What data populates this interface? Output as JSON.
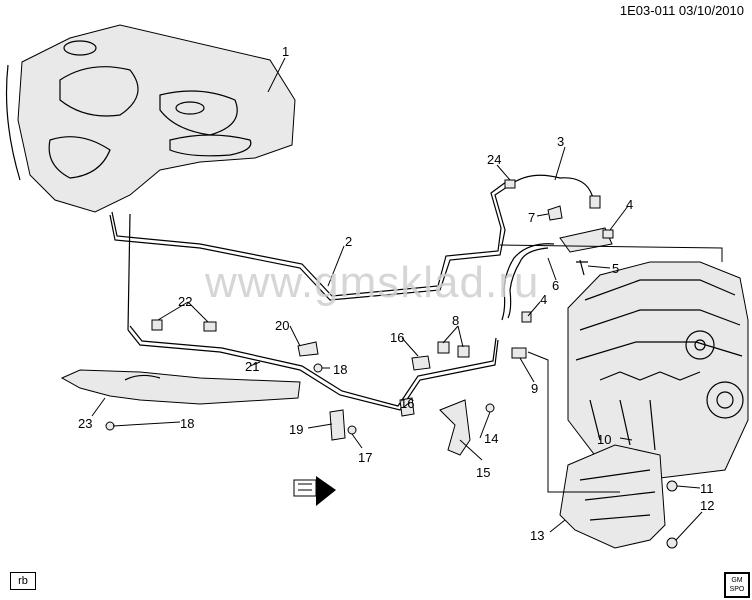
{
  "header": {
    "ref": "1E03-011 03/10/2010"
  },
  "watermark": "www.gmsklad.ru",
  "footer": {
    "badge": "rb",
    "logo": "GM\nSPO"
  },
  "callouts": [
    "1",
    "2",
    "3",
    "4",
    "4",
    "5",
    "6",
    "7",
    "8",
    "9",
    "10",
    "11",
    "12",
    "13",
    "14",
    "15",
    "16",
    "16",
    "17",
    "18",
    "18",
    "19",
    "20",
    "21",
    "22",
    "23",
    "24"
  ],
  "colors": {
    "line": "#000000",
    "fill": "#e9e9e9",
    "watermark": "#cfcfcf"
  }
}
